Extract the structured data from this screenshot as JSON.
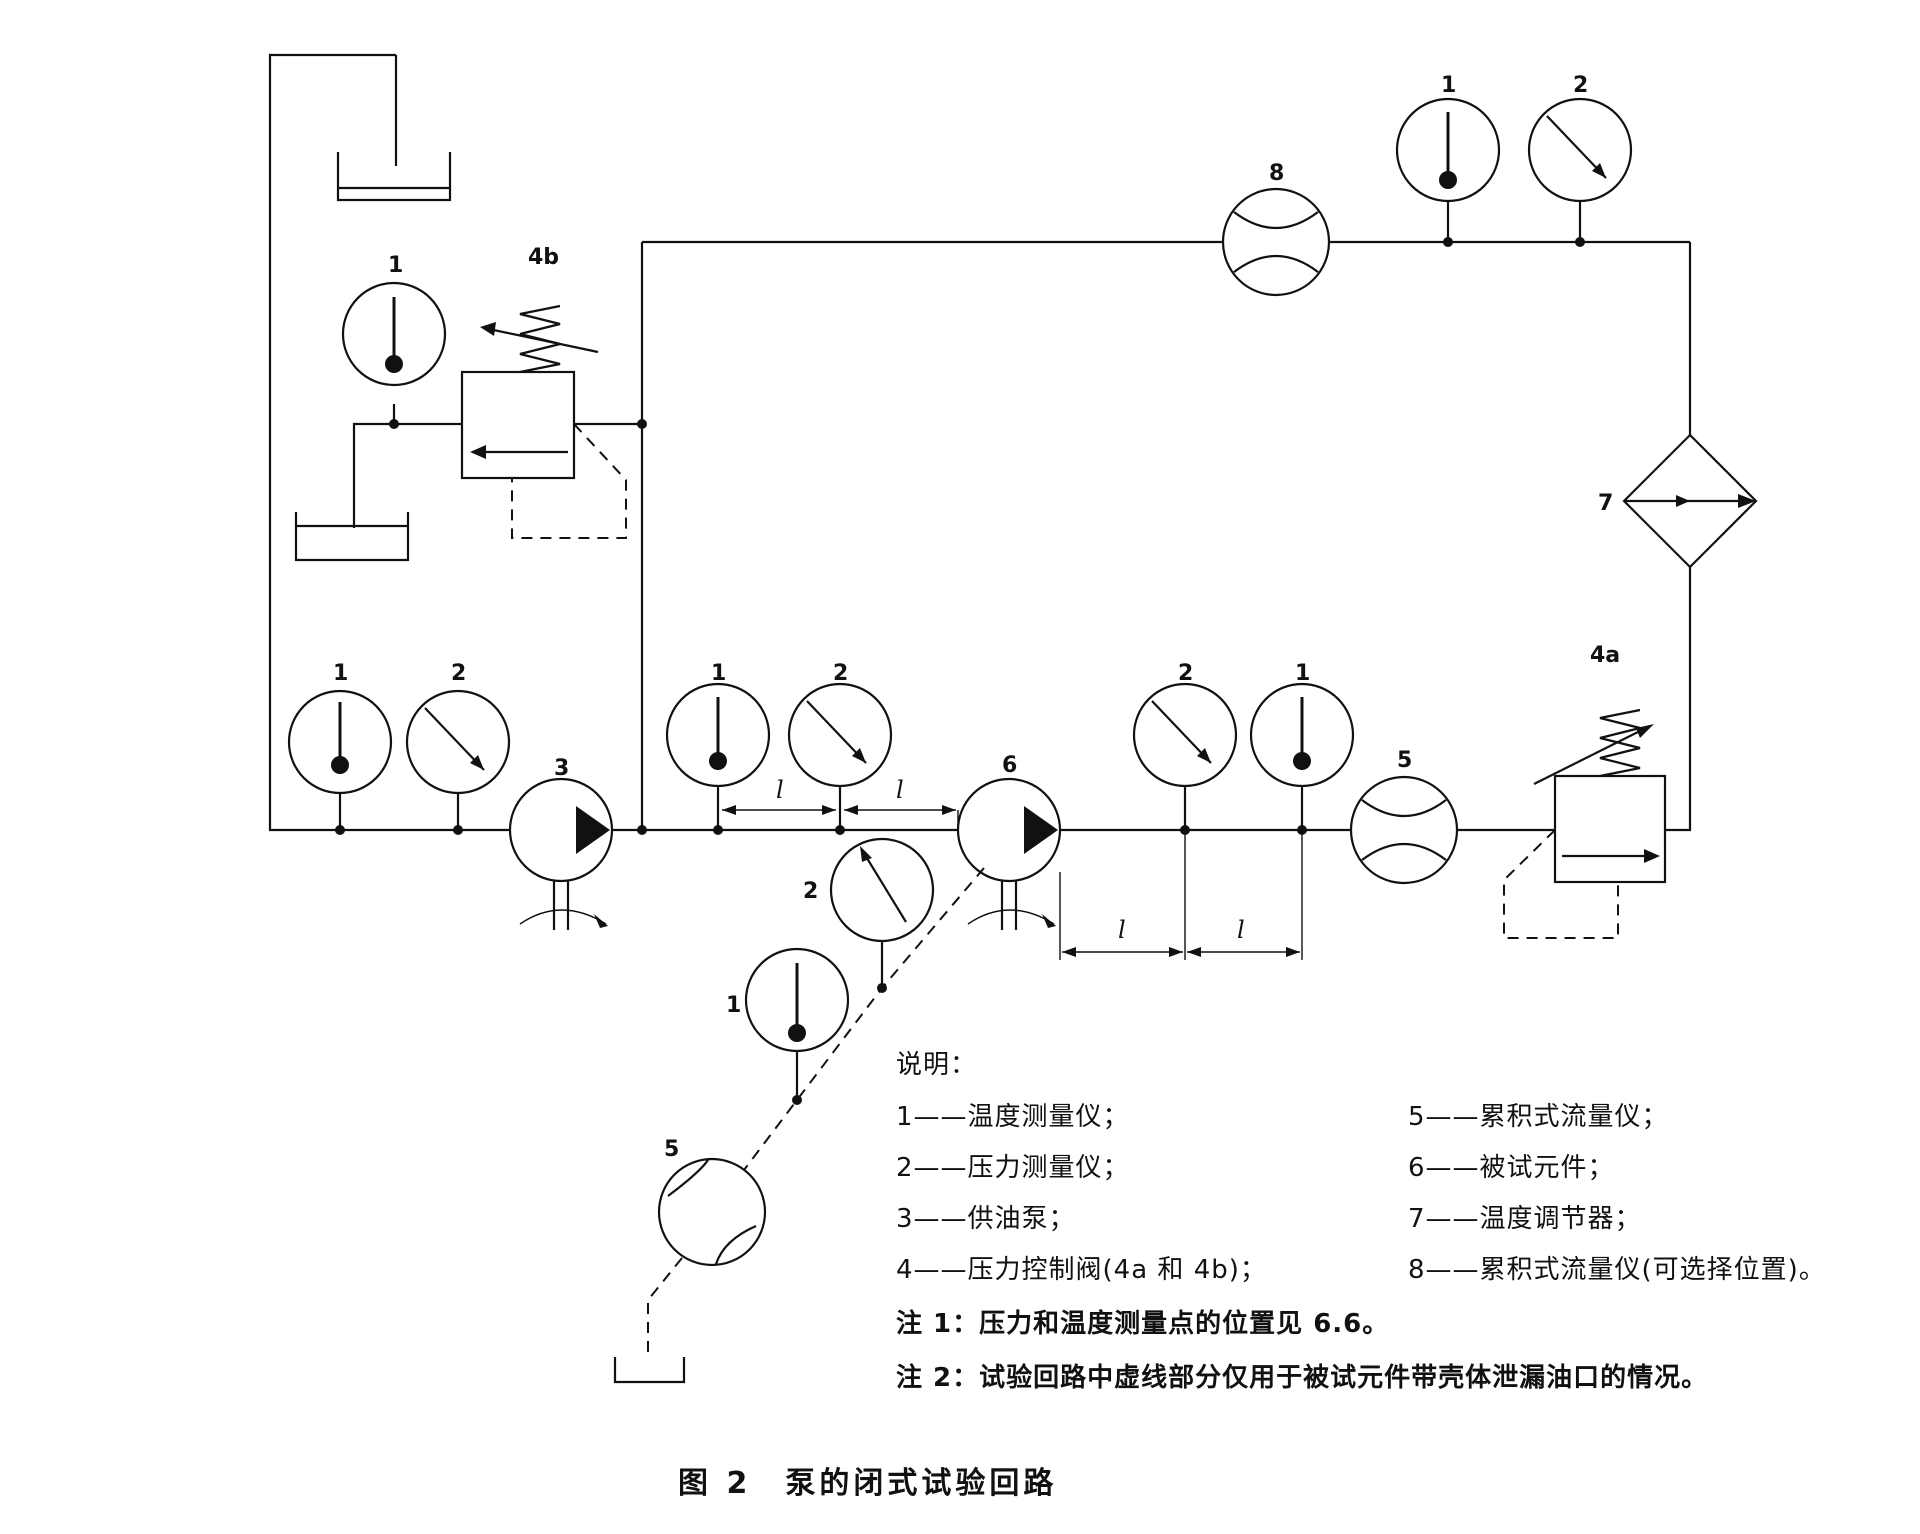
{
  "component_labels": {
    "thermo": "1",
    "pressure": "2",
    "supply_pump": "3",
    "valve_4a": "4a",
    "valve_4b": "4b",
    "flowmeter": "5",
    "test_unit": "6",
    "heat_exchanger": "7",
    "flowmeter_opt": "8",
    "dimension": "l"
  },
  "legend": {
    "title": "说明：",
    "items": [
      "1——温度测量仪；",
      "2——压力测量仪；",
      "3——供油泵；",
      "4——压力控制阀(4a 和 4b)；",
      "5——累积式流量仪；",
      "6——被试元件；",
      "7——温度调节器；",
      "8——累积式流量仪(可选择位置)。"
    ],
    "notes": [
      "注 1：压力和温度测量点的位置见 6.6。",
      "注 2：试验回路中虚线部分仅用于被试元件带壳体泄漏油口的情况。"
    ]
  },
  "caption": "图 2　泵的闭式试验回路"
}
